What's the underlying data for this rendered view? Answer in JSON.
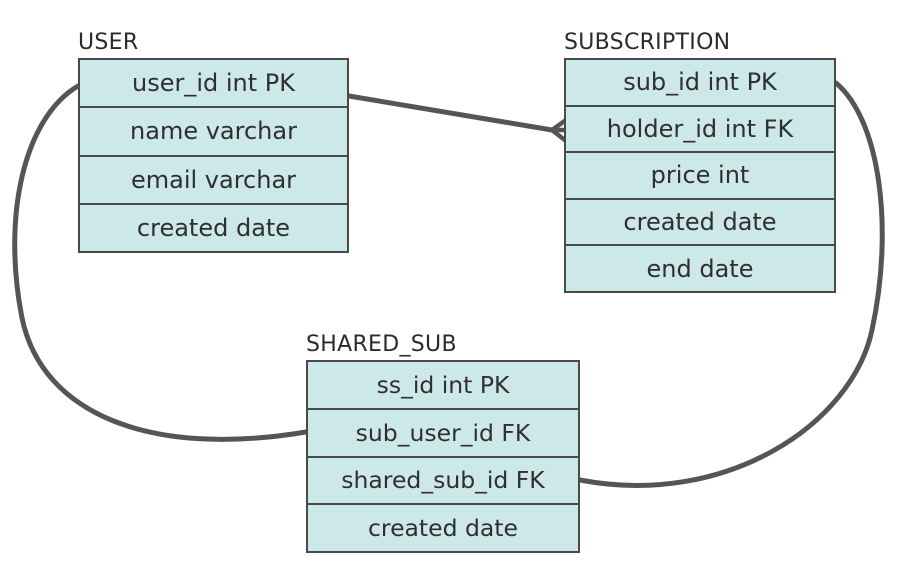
{
  "diagram": {
    "kind": "er-diagram",
    "background_color": "#ffffff",
    "entity_fill_color": "#cde8e8",
    "entity_border_color": "#4a4a4a",
    "connector_color": "#555555",
    "text_color": "#2f2f2f"
  },
  "entities": [
    {
      "id": "user",
      "title": "USER",
      "attributes": [
        {
          "label": "user_id int PK"
        },
        {
          "label": "name varchar"
        },
        {
          "label": "email varchar"
        },
        {
          "label": "created date"
        }
      ]
    },
    {
      "id": "subscription",
      "title": "SUBSCRIPTION",
      "attributes": [
        {
          "label": "sub_id int PK"
        },
        {
          "label": "holder_id int FK"
        },
        {
          "label": "price int"
        },
        {
          "label": "created date"
        },
        {
          "label": "end date"
        }
      ]
    },
    {
      "id": "shared_sub",
      "title": "SHARED_SUB",
      "attributes": [
        {
          "label": "ss_id int PK"
        },
        {
          "label": "sub_user_id FK"
        },
        {
          "label": "shared_sub_id FK"
        },
        {
          "label": "created date"
        }
      ]
    }
  ],
  "relationships": [
    {
      "id": "user-to-subscription",
      "from": "user.user_id int PK",
      "to": "subscription.holder_id int FK",
      "style": "straight",
      "end_marker": "crows-foot"
    },
    {
      "id": "user-to-shared-sub",
      "from": "user.user_id int PK",
      "to": "shared_sub.sub_user_id FK",
      "style": "arc-left",
      "end_marker": "none"
    },
    {
      "id": "subscription-to-shared-sub",
      "from": "subscription.sub_id int PK",
      "to": "shared_sub.shared_sub_id FK",
      "style": "arc-right",
      "end_marker": "none"
    }
  ]
}
